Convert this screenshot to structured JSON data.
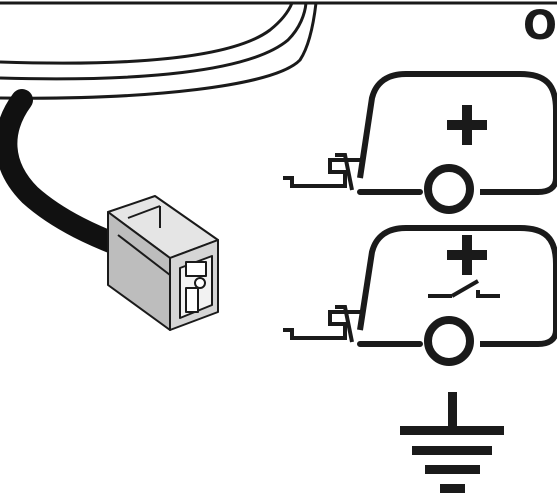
{
  "diagram": {
    "partial_label": "O",
    "symbols": [
      {
        "name": "positive-terminal",
        "glyph": "plus"
      },
      {
        "name": "switched-positive",
        "glyph": "plus-with-switch"
      },
      {
        "name": "ground",
        "glyph": "earth-ground"
      }
    ],
    "connector": {
      "name": "two-pin-connector"
    },
    "colors": {
      "ink": "#1a1a1a",
      "cable": "#111111",
      "connector_body": "#cfcfcf",
      "connector_shade": "#a9a9a9"
    }
  }
}
